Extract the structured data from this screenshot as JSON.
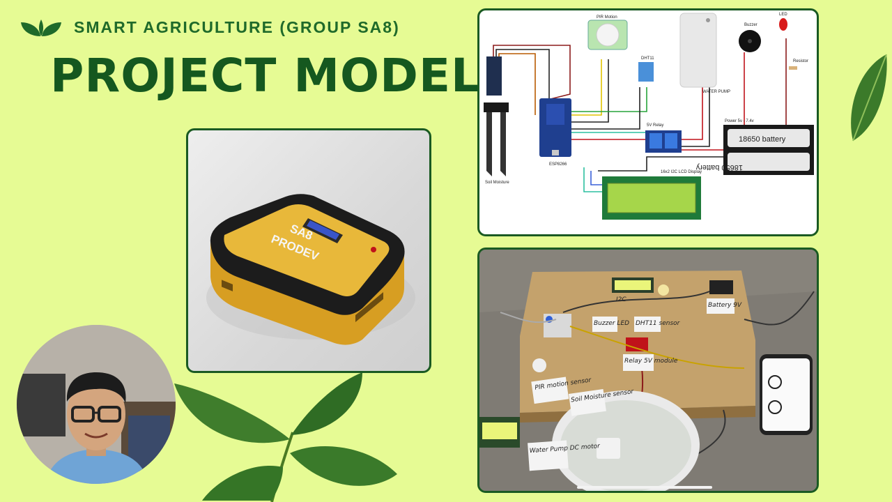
{
  "header": {
    "subtitle": "SMART AGRICULTURE (GROUP SA8)",
    "title": "PROJECT MODEL"
  },
  "render": {
    "box_text_line1": "SA8",
    "box_text_line2": "PRODEV"
  },
  "diagram": {
    "labels": {
      "pir": "PIR Motion",
      "dht": "DHT11",
      "pump": "WATER PUMP",
      "buzzer": "Buzzer",
      "led": "LED",
      "resistor": "Resistor",
      "relay": "5V Relay",
      "power": "Power 5v - 7.4v",
      "battery1": "18650 battery",
      "battery2": "18650 battery",
      "esp": "ESP8266",
      "lcd": "16x2 I2C LCD Display",
      "soil": "Soil Moisture"
    }
  },
  "photo": {
    "tags": {
      "pir": "PIR motion sensor",
      "soil": "Soil Moisture sensor",
      "pump": "Water Pump DC motor",
      "relay": "Relay 5V module",
      "buzzer": "Buzzer LED",
      "dht": "DHT11 sensor",
      "battery": "Battery 9V",
      "lcd": "I2C"
    }
  },
  "colors": {
    "background": "#e6fb94",
    "frame": "#1a5a22",
    "title": "#15581f",
    "box_yellow": "#e8b83a"
  }
}
